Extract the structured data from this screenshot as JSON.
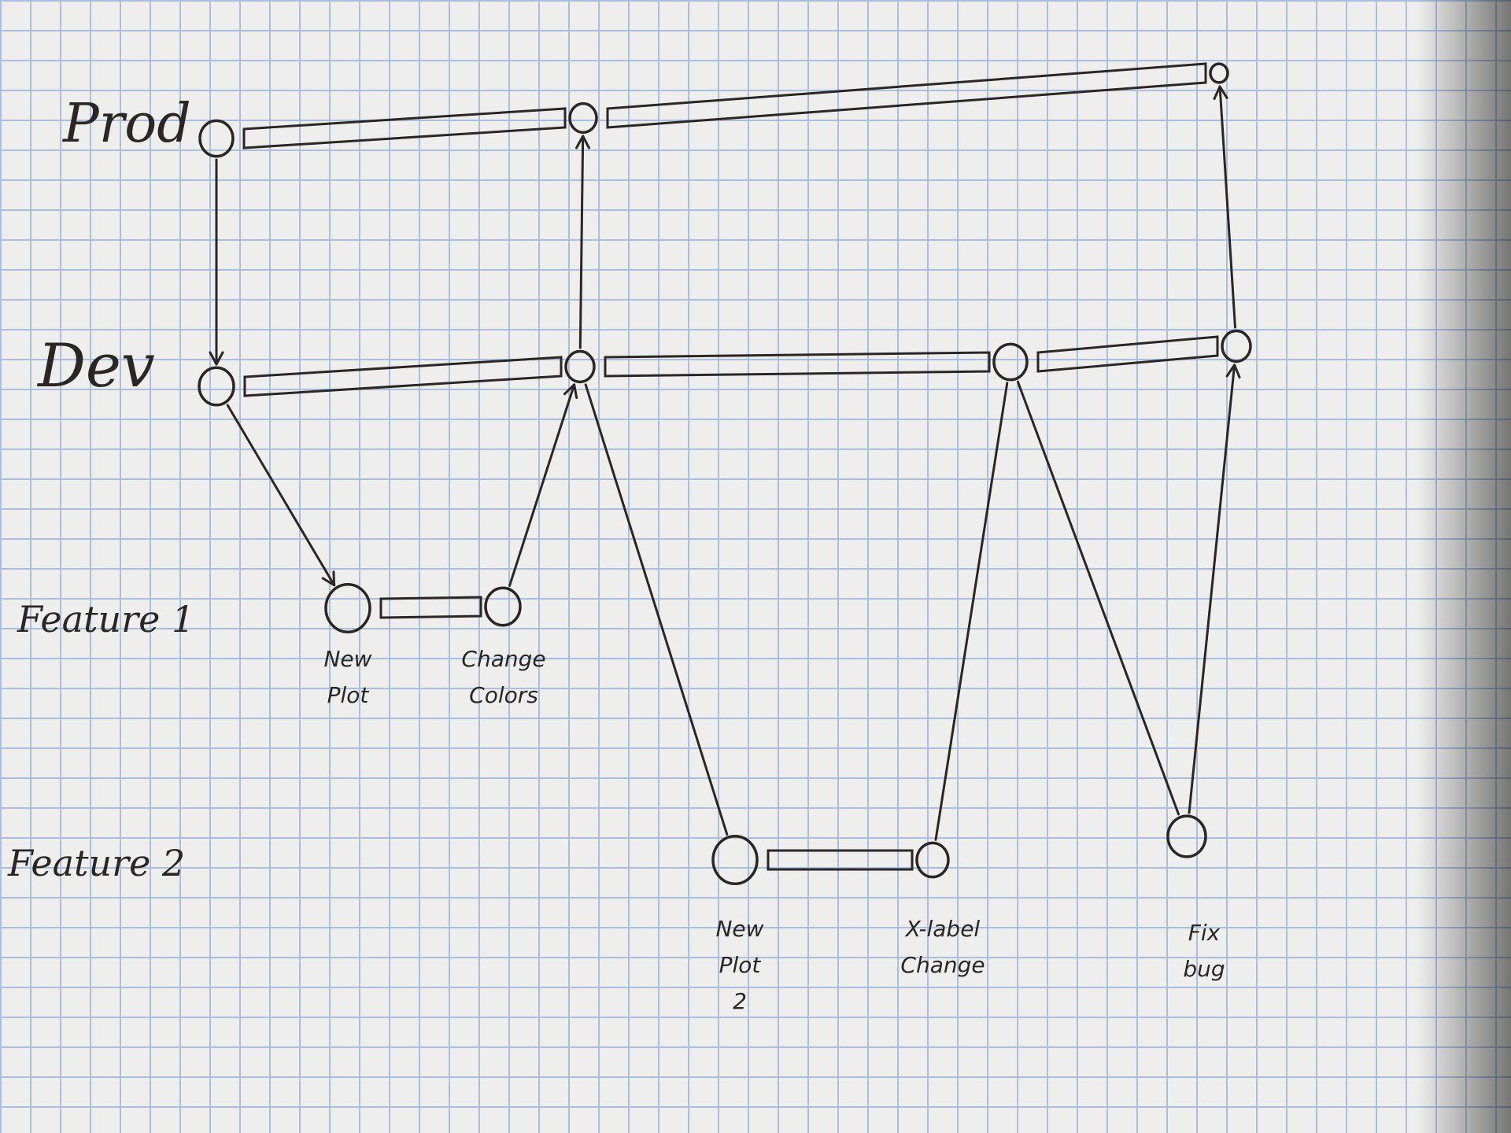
{
  "lanes": [
    {
      "id": "prod",
      "label": "Prod"
    },
    {
      "id": "dev",
      "label": "Dev"
    },
    {
      "id": "feature1",
      "label": "Feature 1"
    },
    {
      "id": "feature2",
      "label": "Feature 2"
    }
  ],
  "nodes": [
    {
      "id": "prod-1",
      "lane": "prod"
    },
    {
      "id": "prod-2",
      "lane": "prod"
    },
    {
      "id": "prod-3",
      "lane": "prod"
    },
    {
      "id": "dev-1",
      "lane": "dev"
    },
    {
      "id": "dev-2",
      "lane": "dev"
    },
    {
      "id": "dev-3",
      "lane": "dev"
    },
    {
      "id": "dev-4",
      "lane": "dev"
    },
    {
      "id": "new-plot",
      "lane": "feature1",
      "label": "New\nPlot"
    },
    {
      "id": "change-colors",
      "lane": "feature1",
      "label": "Change\nColors"
    },
    {
      "id": "new-plot-2",
      "lane": "feature2",
      "label": "New\nPlot\n2"
    },
    {
      "id": "x-label-change",
      "lane": "feature2",
      "label": "X-label\nChange"
    },
    {
      "id": "fix-bug",
      "lane": "feature2",
      "label": "Fix\nbug"
    }
  ],
  "bars": [
    {
      "from": "prod-1",
      "to": "prod-2"
    },
    {
      "from": "prod-2",
      "to": "prod-3"
    },
    {
      "from": "dev-1",
      "to": "dev-2"
    },
    {
      "from": "dev-2",
      "to": "dev-3"
    },
    {
      "from": "dev-3",
      "to": "dev-4"
    },
    {
      "from": "new-plot",
      "to": "change-colors"
    },
    {
      "from": "new-plot-2",
      "to": "x-label-change"
    }
  ],
  "links": [
    {
      "from": "prod-1",
      "to": "dev-1",
      "arrow": true
    },
    {
      "from": "dev-2",
      "to": "prod-2",
      "arrow": true
    },
    {
      "from": "dev-4",
      "to": "prod-3",
      "arrow": true
    },
    {
      "from": "dev-1",
      "to": "new-plot",
      "arrow": true
    },
    {
      "from": "change-colors",
      "to": "dev-2",
      "arrow": true
    },
    {
      "from": "dev-2",
      "to": "new-plot-2",
      "arrow": false
    },
    {
      "from": "x-label-change",
      "to": "dev-3",
      "arrow": false
    },
    {
      "from": "dev-3",
      "to": "fix-bug",
      "arrow": false
    },
    {
      "from": "fix-bug",
      "to": "dev-4",
      "arrow": true
    }
  ]
}
